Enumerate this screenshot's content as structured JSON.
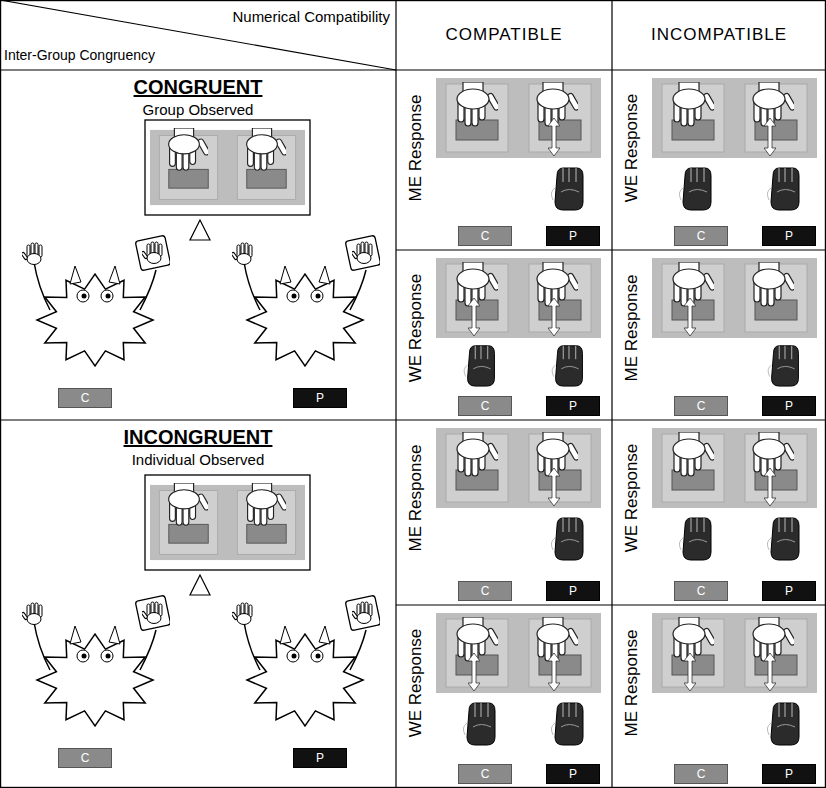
{
  "diagram": {
    "nodes": [
      {
        "text": [
          "Numerical Compatibility",
          "Inter-Group Congruency"
        ]
      },
      {
        "text": [
          "COMPATIBLE"
        ]
      },
      {
        "text": [
          "INCOMPATIBLE"
        ]
      },
      {
        "text": [
          "CONGRUENT",
          "Group Observed"
        ]
      },
      {
        "text": [
          "C"
        ],
        "in": 3
      },
      {
        "text": [
          "P"
        ],
        "in": 3
      },
      {
        "text": [
          "ME Response"
        ]
      },
      {
        "text": [
          "C"
        ],
        "in": 6
      },
      {
        "text": [
          "P"
        ],
        "in": 6
      },
      {
        "text": [
          "WE Response"
        ]
      },
      {
        "text": [
          "C"
        ],
        "in": 9
      },
      {
        "text": [
          "P"
        ],
        "in": 9
      },
      {
        "text": [
          "WE Response"
        ]
      },
      {
        "text": [
          "C"
        ],
        "in": 12
      },
      {
        "text": [
          "P"
        ],
        "in": 12
      },
      {
        "text": [
          "ME Response"
        ]
      },
      {
        "text": [
          "C"
        ],
        "in": 15
      },
      {
        "text": [
          "P"
        ],
        "in": 15
      },
      {
        "text": [
          "INCONGRUENT",
          "Individual Observed"
        ]
      },
      {
        "text": [
          "C"
        ],
        "in": 18
      },
      {
        "text": [
          "P"
        ],
        "in": 18
      },
      {
        "text": [
          "ME Response"
        ]
      },
      {
        "text": [
          "C"
        ],
        "in": 21
      },
      {
        "text": [
          "P"
        ],
        "in": 21
      },
      {
        "text": [
          "WE Response"
        ]
      },
      {
        "text": [
          "C"
        ],
        "in": 24
      },
      {
        "text": [
          "P"
        ],
        "in": 24
      },
      {
        "text": [
          "WE Response"
        ]
      },
      {
        "text": [
          "C"
        ],
        "in": 27
      },
      {
        "text": [
          "P"
        ],
        "in": 27
      },
      {
        "text": [
          "ME Response"
        ]
      },
      {
        "text": [
          "C"
        ],
        "in": 30
      },
      {
        "text": [
          "P"
        ],
        "in": 30
      }
    ]
  }
}
